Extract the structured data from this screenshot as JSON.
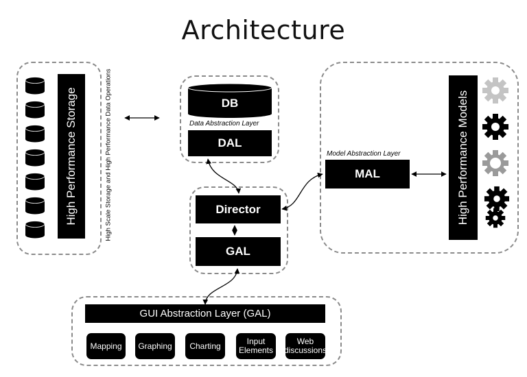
{
  "title": "Architecture",
  "storage": {
    "label": "High Performance Storage",
    "caption": "High Scale Storage and High Performance Data Operations"
  },
  "db": {
    "label": "DB",
    "dal_caption": "Data Abstraction Layer",
    "dal_label": "DAL"
  },
  "director": {
    "director_label": "Director",
    "gal_label": "GAL"
  },
  "models": {
    "mal_caption": "Model Abstraction Layer",
    "mal_label": "MAL",
    "label": "High Performance Models",
    "icons": [
      "gear-light-gray",
      "gear-black",
      "gear-gray-outline",
      "gears-pair-black"
    ]
  },
  "gui": {
    "label": "GUI Abstraction Layer (GAL)",
    "modules": [
      {
        "line1": "Mapping",
        "line2": ""
      },
      {
        "line1": "Graphing",
        "line2": ""
      },
      {
        "line1": "Charting",
        "line2": ""
      },
      {
        "line1": "Input",
        "line2": "Elements"
      },
      {
        "line1": "Web",
        "line2": "discussions"
      }
    ]
  },
  "colors": {
    "block": "#000000",
    "dashed_border": "#8a8a8a",
    "gear_light": "#bfbfbf",
    "gear_mid": "#9a9a9a"
  }
}
